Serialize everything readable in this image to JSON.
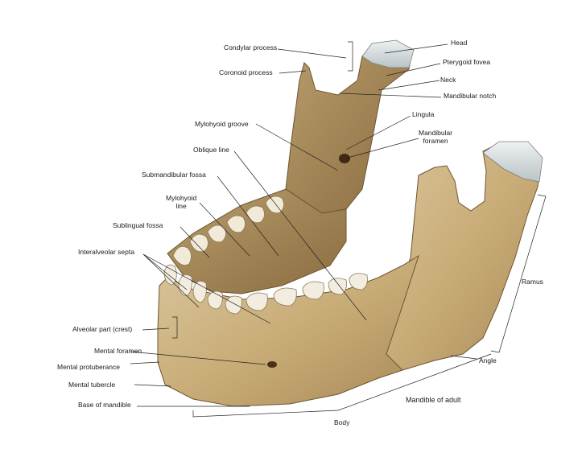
{
  "caption": "Mandible of adult",
  "labels": {
    "condylar_process": "Condylar process",
    "coronoid_process": "Coronoid process",
    "head": "Head",
    "pterygoid_fovea": "Pterygoid fovea",
    "neck": "Neck",
    "mandibular_notch": "Mandibular notch",
    "lingula": "Lingula",
    "mandibular_foramen_1": "Mandibular",
    "mandibular_foramen_2": "foramen",
    "mylohyoid_groove": "Mylohyoid groove",
    "oblique_line": "Oblique line",
    "submandibular_fossa": "Submandibular fossa",
    "mylohyoid_line_1": "Mylohyoid",
    "mylohyoid_line_2": "line",
    "sublingual_fossa": "Sublingual fossa",
    "interalveolar_septa": "Interalveolar septa",
    "ramus": "Ramus",
    "alveolar_part": "Alveolar part (crest)",
    "mental_foramen": "Mental foramen",
    "mental_protuberance": "Mental protuberance",
    "mental_tubercle": "Mental tubercle",
    "base_of_mandible": "Base of mandible",
    "angle": "Angle",
    "body": "Body"
  }
}
